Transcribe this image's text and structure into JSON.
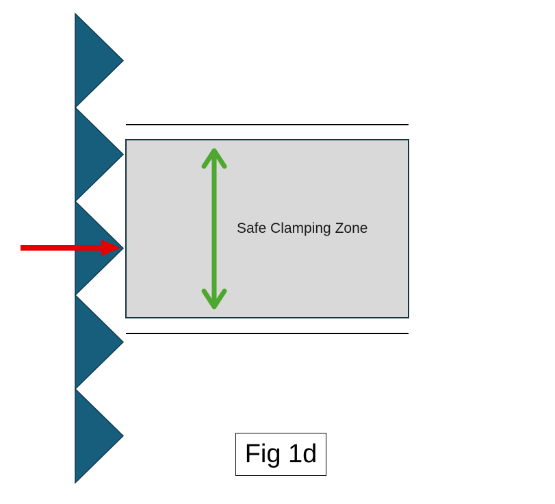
{
  "zone_label": "Safe Clamping Zone",
  "figure_label": "Fig 1d",
  "colors": {
    "teeth": "#175e7d",
    "teeth_stroke": "#0e3a4e",
    "zone_fill": "#d9d9d9",
    "zone_stroke": "#16323f",
    "range_arrow": "#4ea72e",
    "force_arrow": "#e60000",
    "rail": "#000000"
  },
  "icons": {
    "teeth": "serrated-jaw",
    "range_arrow": "double-headed-arrow",
    "force_arrow": "right-arrow"
  }
}
